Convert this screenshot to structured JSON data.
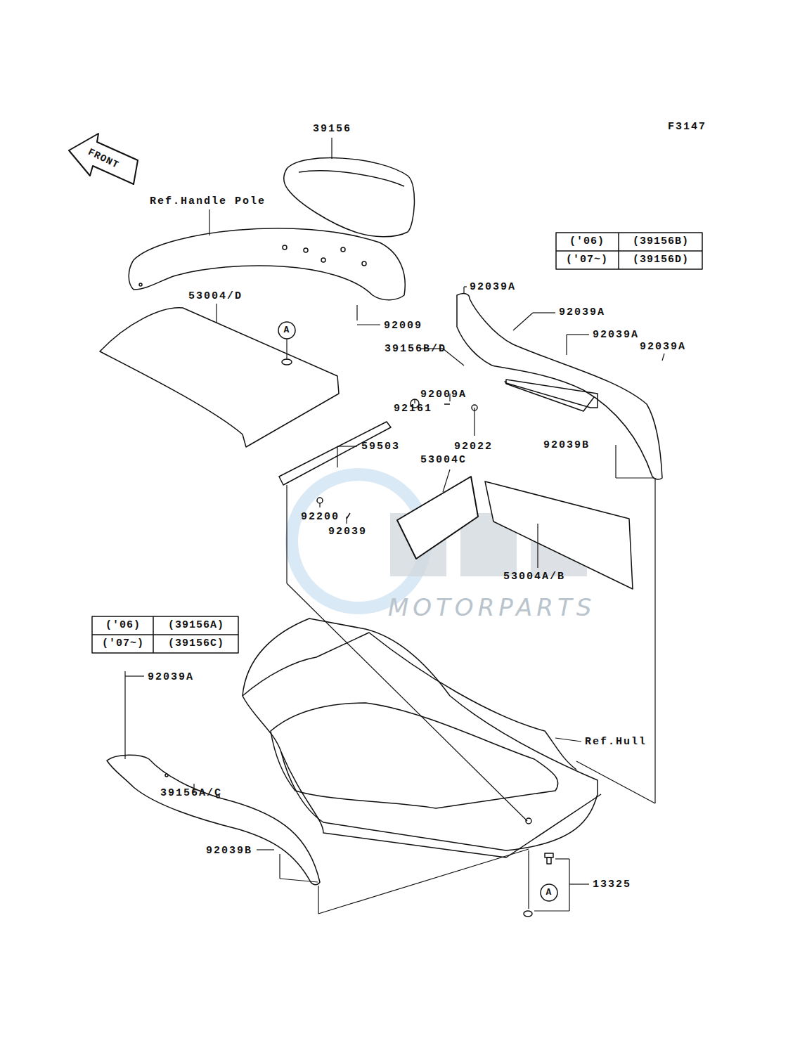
{
  "diagram": {
    "labels": [
      "F3147",
      "39156",
      "FRONT",
      "Ref.Handle Pole",
      "('06)",
      "(39156B)",
      "('07~)",
      "(39156D)",
      "92039A",
      "92039A",
      "92039A",
      "92039A",
      "53004/D",
      "A",
      "92009",
      "39156B/D",
      "92009A",
      "92161",
      "92022",
      "92039B",
      "59503",
      "53004C",
      "92200",
      "92039",
      "53004A/B",
      "('06)",
      "(39156A)",
      "('07~)",
      "(39156C)",
      "92039A",
      "Ref.Hull",
      "39156A/C",
      "92039B",
      "13325",
      "A",
      "MOTORPARTS"
    ]
  }
}
